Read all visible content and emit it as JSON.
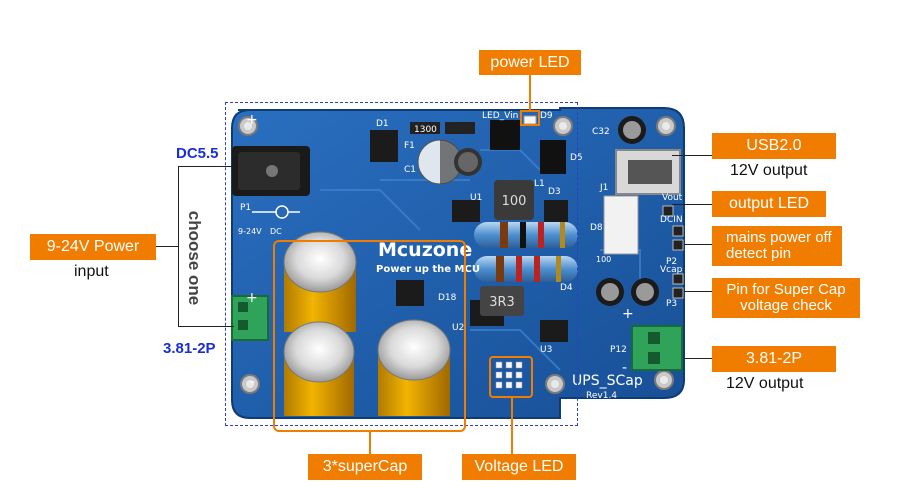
{
  "callouts": {
    "power_led": "power LED",
    "usb": "USB2.0",
    "usb_sub": "12V output",
    "output_led": "output LED",
    "mains_detect": "mains power off\ndetect pin",
    "supercap_check": "Pin for Super Cap\nvoltage check",
    "out_conn": "3.81-2P",
    "out_conn_sub": "12V output",
    "power_in": "9-24V Power",
    "power_in_sub": "input",
    "dc": "DC5.5",
    "in_conn": "3.81-2P",
    "choose": "choose one",
    "supercap": "3*superCap",
    "voltage_led": "Voltage LED"
  },
  "board": {
    "brand": "Mcuzone",
    "slogan": "Power up the MCU",
    "name": "UPS_SCap",
    "rev": "Rev1.4",
    "inductor1": "100",
    "inductor2": "3R3",
    "silk": [
      "LED_Vin",
      "D9",
      "C32",
      "D5",
      "J1",
      "Vout",
      "DCIN",
      "P2",
      "Vcap",
      "P3",
      "P12",
      "D1",
      "F1",
      "1300",
      "C1",
      "D3",
      "D8",
      "D4",
      "D18",
      "U1",
      "U2",
      "U3",
      "L1",
      "P1",
      "9-24V",
      "DC",
      "100"
    ]
  },
  "colors": {
    "accent": "#f07d00",
    "pcb": "#1f5fae",
    "dashed": "#2b3fc8",
    "label_blue": "#1a2fd0"
  }
}
